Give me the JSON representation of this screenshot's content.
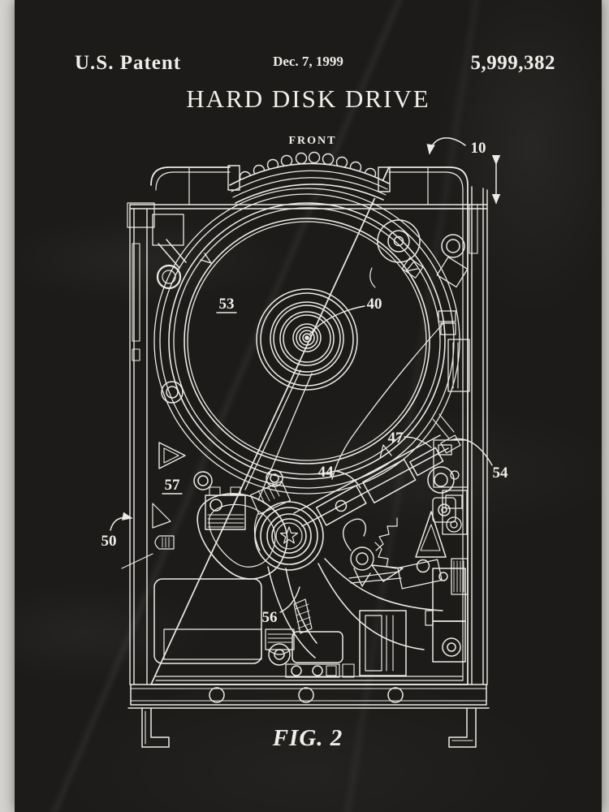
{
  "poster": {
    "header": {
      "publication": "U.S. Patent",
      "date": "Dec. 7, 1999",
      "patent_number": "5,999,382"
    },
    "title": "HARD DISK DRIVE",
    "drawing": {
      "front_label": "FRONT",
      "figure_label": "FIG. 2",
      "reference_numerals": {
        "r10": "10",
        "r40": "40",
        "r44": "44",
        "r47": "47",
        "r50": "50",
        "r53": "53",
        "r54": "54",
        "r56": "56",
        "r57": "57"
      }
    },
    "colors": {
      "chalkboard": "#1d1b19",
      "chalk_line": "#edebe6",
      "photo_margin": "#d2d0cc"
    }
  }
}
